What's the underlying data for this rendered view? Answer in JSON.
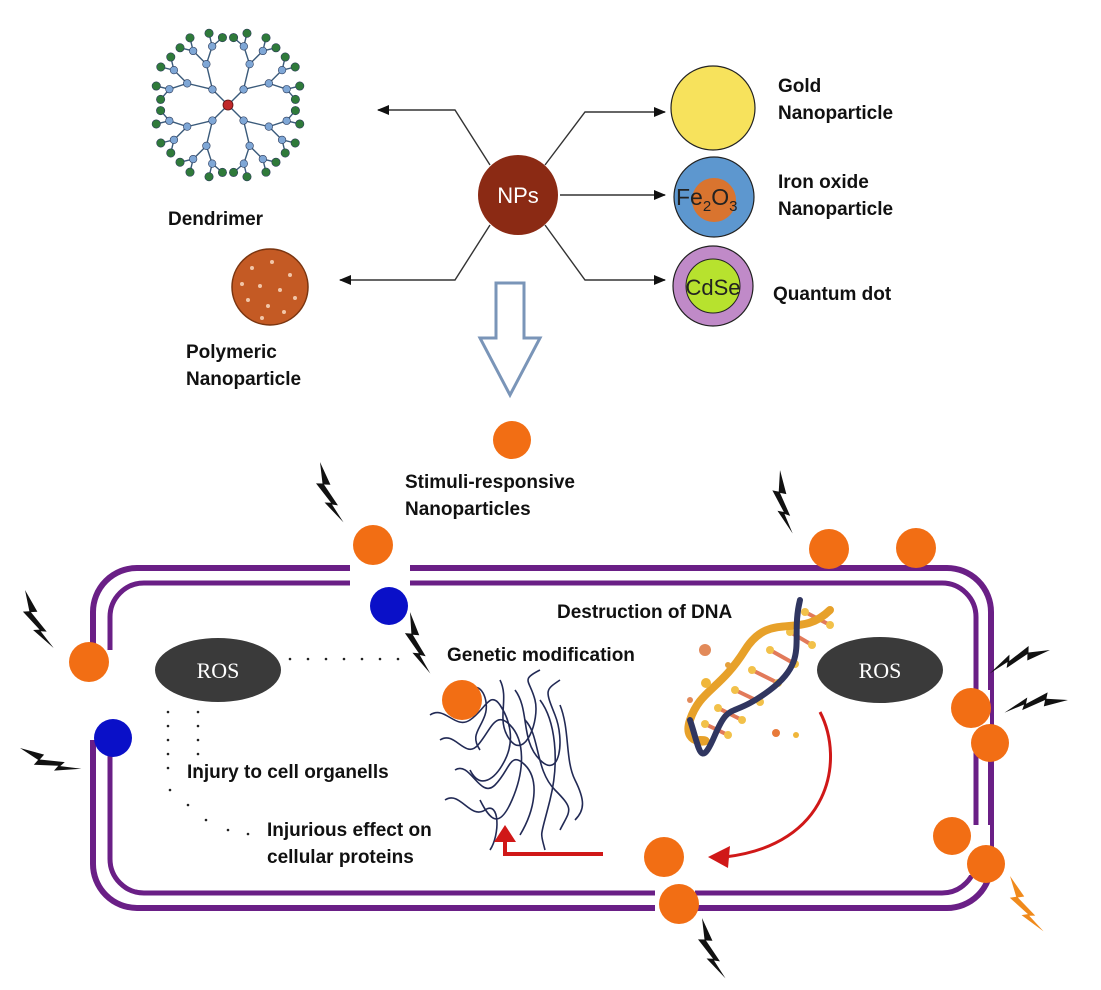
{
  "center": {
    "label": "NPs"
  },
  "types": {
    "dendrimer": "Dendrimer",
    "polymeric_line1": "Polymeric",
    "polymeric_line2": "Nanoparticle",
    "gold_line1": "Gold",
    "gold_line2": "Nanoparticle",
    "iron_line1": "Iron oxide",
    "iron_line2": "Nanoparticle",
    "iron_formula": {
      "fe": "Fe",
      "sub2": "2",
      "o": "O",
      "sub3": "3"
    },
    "quantum_dot": "Quantum dot",
    "quantum_core": "CdSe"
  },
  "stimuli": {
    "line1": "Stimuli-responsive",
    "line2": "Nanoparticles"
  },
  "cell": {
    "ros_left": "ROS",
    "ros_right": "ROS",
    "genetic_modification": "Genetic modification",
    "destruction_dna": "Destruction of DNA",
    "injury_organelles": "Injury to cell organells",
    "proteins_line1": "Injurious effect on",
    "proteins_line2": "cellular proteins"
  },
  "colors": {
    "np_center": "#8b2a14",
    "dendrimer_node": "#7fa7d6",
    "dendrimer_end": "#2f7a3a",
    "dendrimer_core": "#c0282a",
    "polymeric": "#c45a24",
    "gold": "#f7e25c",
    "iron_shell": "#5d97cf",
    "iron_core": "#d9742f",
    "qd_shell": "#c08ac8",
    "qd_core": "#b7e22e",
    "stimuli_np": "#f26e14",
    "blue_np": "#0a10c8",
    "membrane": "#6a1f86",
    "ros_fill": "#3a3a3a",
    "red_arrow": "#d01818",
    "hollow_arrow": "#7a95b8",
    "lightning": "#111111",
    "lightning_orange": "#f08a1c",
    "dna_strand": "#e7a12a",
    "dna_dark": "#303660"
  }
}
